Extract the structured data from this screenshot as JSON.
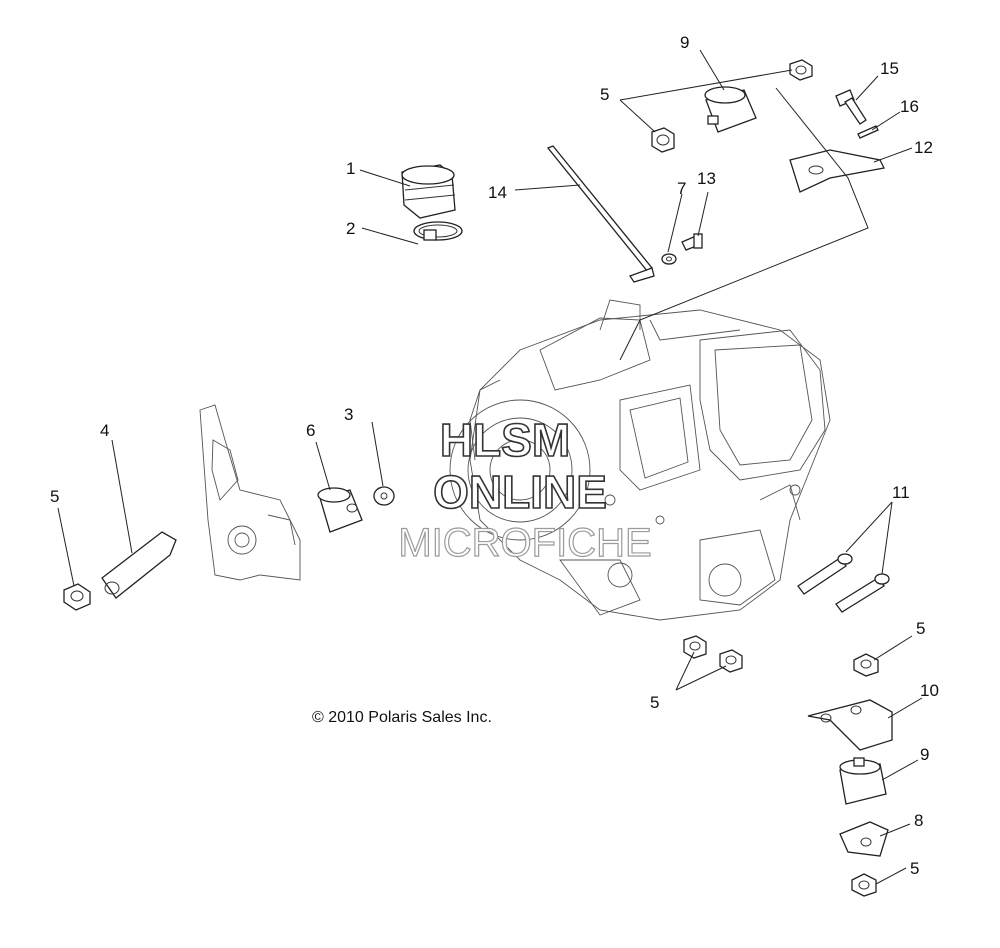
{
  "watermark": {
    "line1": "HLSM",
    "line2": "ONLINE",
    "line3": "MICROFICHE"
  },
  "copyright": "© 2010 Polaris Sales Inc.",
  "callouts": {
    "c1": "1",
    "c2": "2",
    "c3": "3",
    "c4": "4",
    "c5a": "5",
    "c5b": "5",
    "c5c": "5",
    "c5d": "5",
    "c5e": "5",
    "c6": "6",
    "c7": "7",
    "c8": "8",
    "c9a": "9",
    "c9b": "9",
    "c10": "10",
    "c11": "11",
    "c12": "12",
    "c13": "13",
    "c14": "14",
    "c15": "15",
    "c16": "16"
  }
}
